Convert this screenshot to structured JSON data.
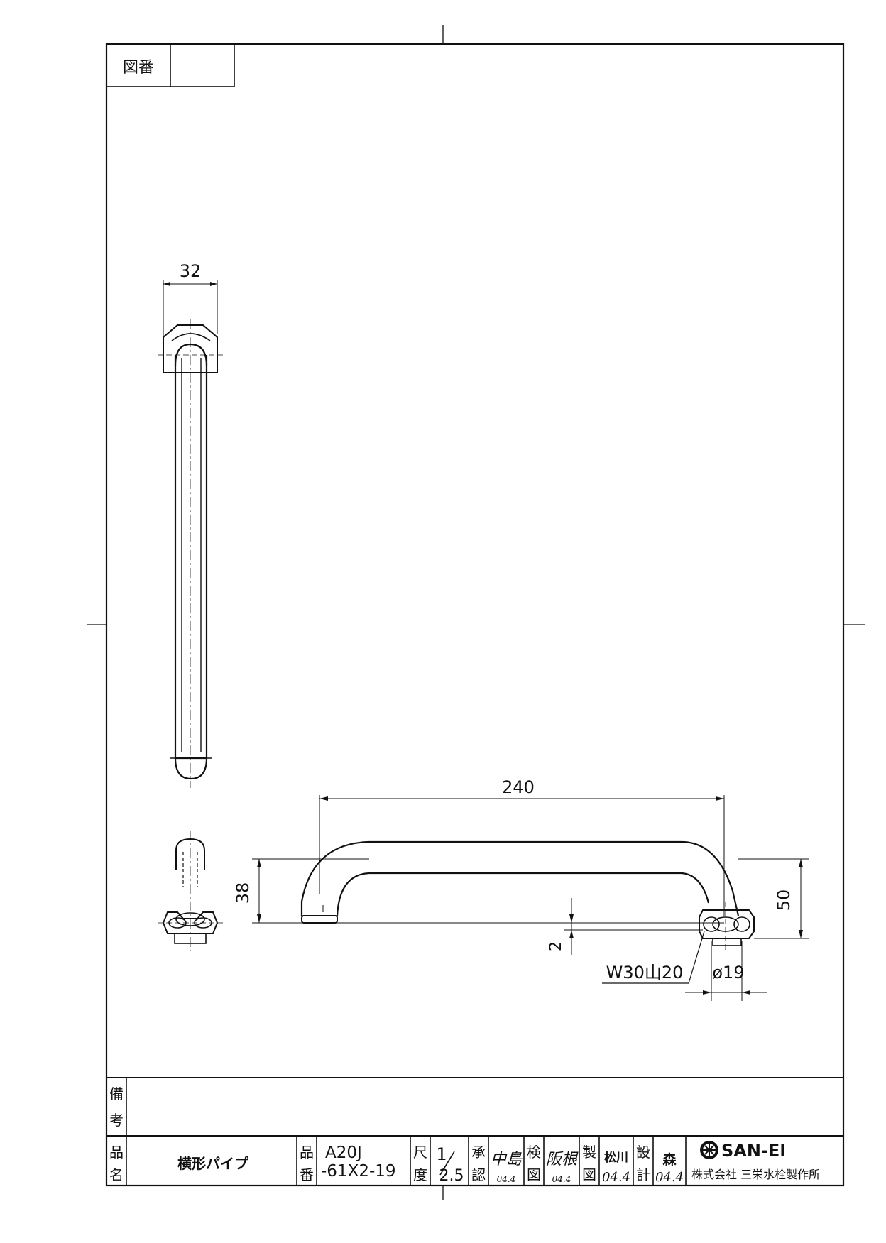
{
  "drawing_number": {
    "label": "図番",
    "value": ""
  },
  "dimensions": {
    "width_32": "32",
    "length_240": "240",
    "height_38": "38",
    "height_50": "50",
    "offset_2": "2",
    "thread": "W30山20",
    "diameter": "ø19"
  },
  "remarks": {
    "label_1": "備",
    "label_2": "考",
    "value": ""
  },
  "title_block": {
    "name_label_1": "品",
    "name_label_2": "名",
    "product_name": "横形パイプ",
    "part_label_1": "品",
    "part_label_2": "番",
    "part_number_line1": "A20J",
    "part_number_line2": "-61X2-19",
    "scale_label_1": "尺",
    "scale_label_2": "度",
    "scale_num": "1",
    "scale_den": "2.5",
    "approved_label_1": "承",
    "approved_label_2": "認",
    "approved_name": "中島",
    "approved_date": "04.4",
    "checked_label_1": "検",
    "checked_label_2": "図",
    "checked_name": "阪根",
    "checked_date": "04.4",
    "drawn_label_1": "製",
    "drawn_label_2": "図",
    "drawn_name": "松川",
    "drawn_date": "04.4",
    "design_label_1": "設",
    "design_label_2": "計",
    "design_name": "森",
    "design_date": "04.4",
    "brand": "SAN-EI",
    "company": "株式会社 三栄水栓製作所"
  }
}
